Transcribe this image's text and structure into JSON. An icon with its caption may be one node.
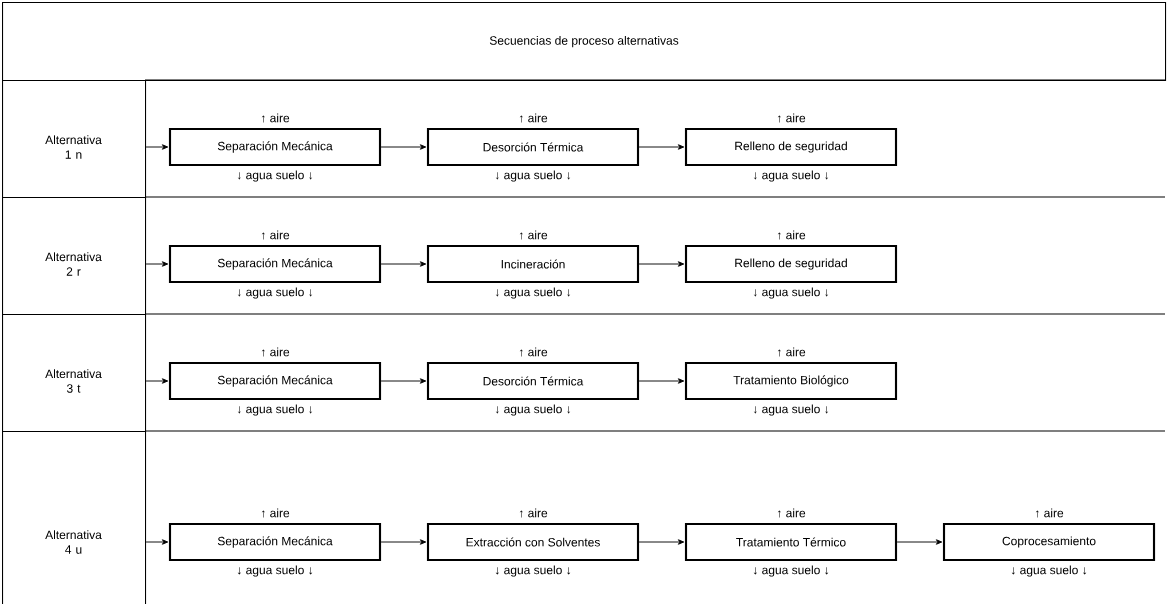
{
  "diagram": {
    "title": "Secuencias de proceso alternativas",
    "nodes": [
      {
        "text": [
          "Alternativa 1 n"
        ]
      },
      {
        "text": [
          "Separación Mecánica"
        ],
        "beside": [
          "↑ aire",
          "↓ agua suelo ↓"
        ]
      },
      {
        "text": [
          "Desorción Térmica"
        ],
        "beside": [
          "↑ aire",
          "↓ agua suelo ↓"
        ]
      },
      {
        "text": [
          "Relleno de seguridad"
        ],
        "beside": [
          "↑ aire",
          "↓ agua suelo ↓"
        ]
      },
      {
        "text": [
          "Alternativa 2 r"
        ]
      },
      {
        "text": [
          "Separación Mecánica"
        ],
        "beside": [
          "↑ aire",
          "↓ agua suelo ↓"
        ]
      },
      {
        "text": [
          "Incineración"
        ],
        "beside": [
          "↑ aire",
          "↓ agua suelo ↓"
        ]
      },
      {
        "text": [
          "Relleno de seguridad"
        ],
        "beside": [
          "↑ aire",
          "↓ agua suelo ↓"
        ]
      },
      {
        "text": [
          "Alternativa 3 t"
        ]
      },
      {
        "text": [
          "Separación Mecánica"
        ],
        "beside": [
          "↑ aire",
          "↓ agua suelo ↓"
        ]
      },
      {
        "text": [
          "Desorción Térmica"
        ],
        "beside": [
          "↑ aire",
          "↓ agua suelo ↓"
        ]
      },
      {
        "text": [
          "Tratamiento Biológico"
        ],
        "beside": [
          "↑ aire",
          "↓ agua suelo ↓"
        ]
      },
      {
        "text": [
          "Alternativa 4 u"
        ]
      },
      {
        "text": [
          "Separación Mecánica"
        ],
        "beside": [
          "↑ aire",
          "↓ agua suelo ↓"
        ]
      },
      {
        "text": [
          "Extracción con Solventes"
        ],
        "beside": [
          "↑ aire",
          "↓ agua suelo ↓"
        ]
      },
      {
        "text": [
          "Tratamiento Térmico"
        ],
        "beside": [
          "↑ aire",
          "↓ agua suelo ↓"
        ]
      },
      {
        "text": [
          "Coprocesamiento"
        ],
        "beside": [
          "↑ aire",
          "↓ agua suelo ↓"
        ]
      }
    ],
    "edges": [
      {
        "from": 0,
        "to": 1,
        "arrow": "to"
      },
      {
        "from": 1,
        "to": 2,
        "arrow": "to"
      },
      {
        "from": 2,
        "to": 3,
        "arrow": "to"
      },
      {
        "from": 4,
        "to": 5,
        "arrow": "to"
      },
      {
        "from": 5,
        "to": 6,
        "arrow": "to"
      },
      {
        "from": 6,
        "to": 7,
        "arrow": "to"
      },
      {
        "from": 8,
        "to": 9,
        "arrow": "to"
      },
      {
        "from": 9,
        "to": 10,
        "arrow": "to"
      },
      {
        "from": 10,
        "to": 11,
        "arrow": "to"
      },
      {
        "from": 12,
        "to": 13,
        "arrow": "to"
      },
      {
        "from": 13,
        "to": 14,
        "arrow": "to"
      },
      {
        "from": 14,
        "to": 15,
        "arrow": "to"
      },
      {
        "from": 15,
        "to": 16,
        "arrow": "to"
      }
    ]
  }
}
